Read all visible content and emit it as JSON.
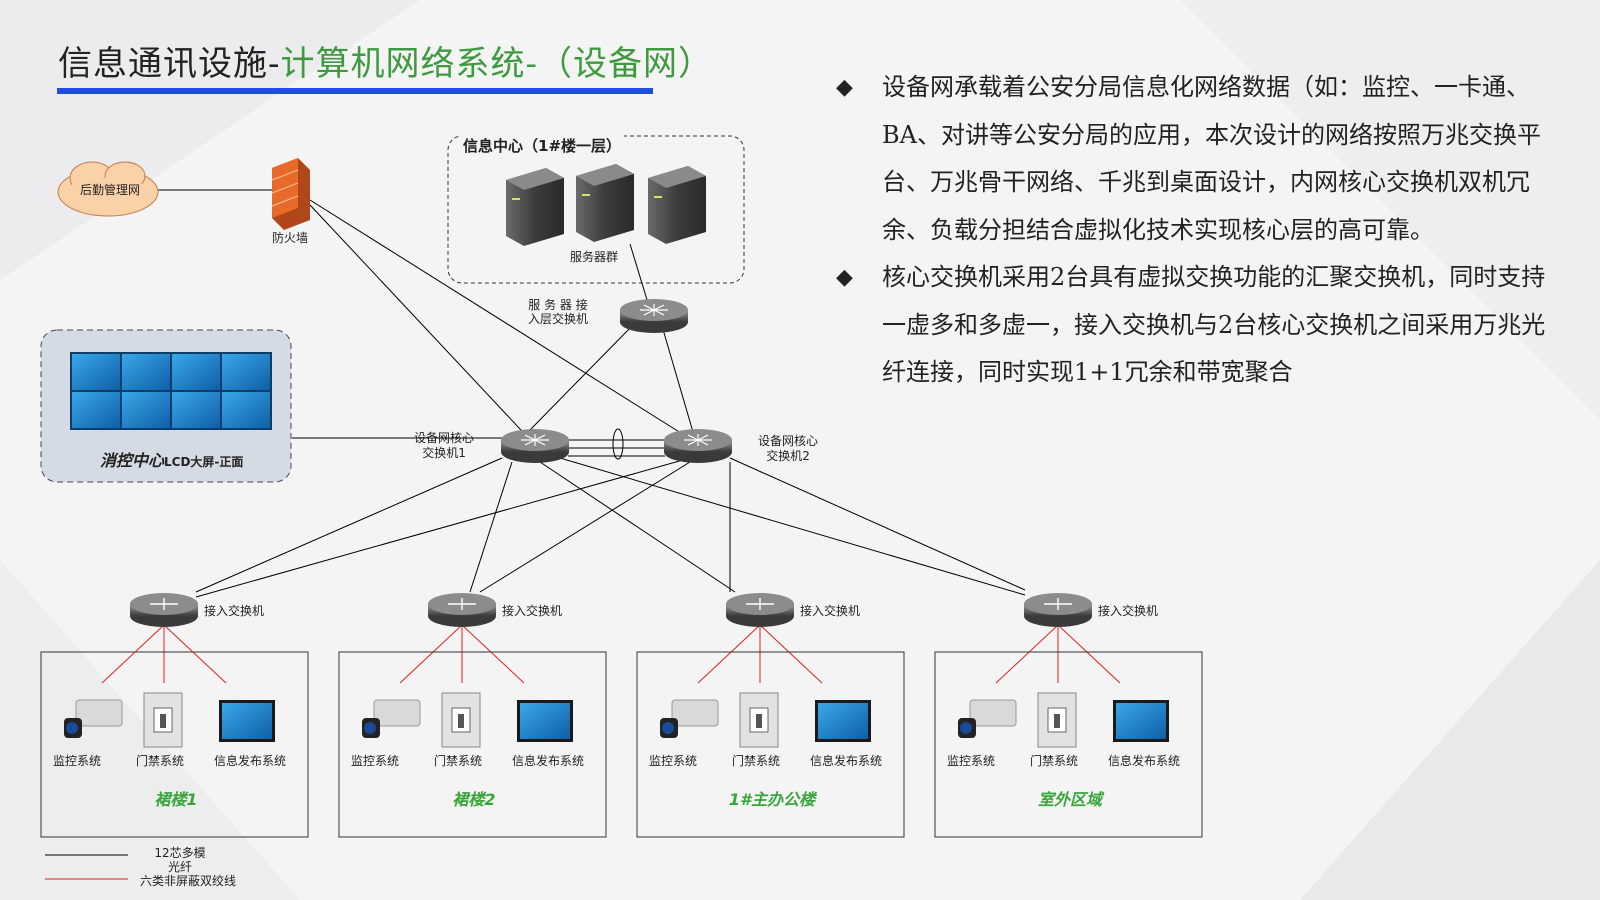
{
  "title": {
    "part1": "信息通讯设施-",
    "part2": "计算机网络系统-（设备网）"
  },
  "bullets": [
    {
      "marker": "◆",
      "text": "设备网承载着公安分局信息化网络数据（如：监控、一卡通、BA、对讲等公安分局的应用，本次设计的网络按照万兆交换平台、万兆骨干网络、千兆到桌面设计，内网核心交换机双机冗余、负载分担结合虚拟化技术实现核心层的高可靠。"
    },
    {
      "marker": "◆",
      "text": "核心交换机采用2台具有虚拟交换功能的汇聚交换机，同时支持一虚多和多虚一，接入交换机与2台核心交换机之间采用万兆光纤连接，同时实现1+1冗余和带宽聚合"
    }
  ],
  "diagram": {
    "cloud_label": "后勤管理网",
    "firewall_label": "防火墙",
    "datacenter_title": "信息中心（1#楼一层）",
    "server_group_label": "服务器群",
    "server_access_label": "服 务 器 接\n入层交换机",
    "core1_label": "设备网核心\n交换机1",
    "core2_label": "设备网核心\n交换机2",
    "control_center_label_bold": "消控中心",
    "control_center_label_rest": "LCD大屏-正面",
    "access_switch_label": "接入交换机",
    "device_labels": {
      "camera": "监控系统",
      "door": "门禁系统",
      "display": "信息发布系统"
    },
    "zones": [
      "裙楼1",
      "裙楼2",
      "1#主办公楼",
      "室外区域"
    ],
    "legend": [
      {
        "label": "12芯多模光纤",
        "color": "#000000"
      },
      {
        "label": "六类非屏蔽双绞线",
        "color": "#e02020"
      }
    ]
  },
  "colors": {
    "title_accent": "#3e9a3e",
    "title_bar": "#1f4fd8",
    "zone_label": "#3aa53a",
    "copper_line": "#e02020"
  }
}
